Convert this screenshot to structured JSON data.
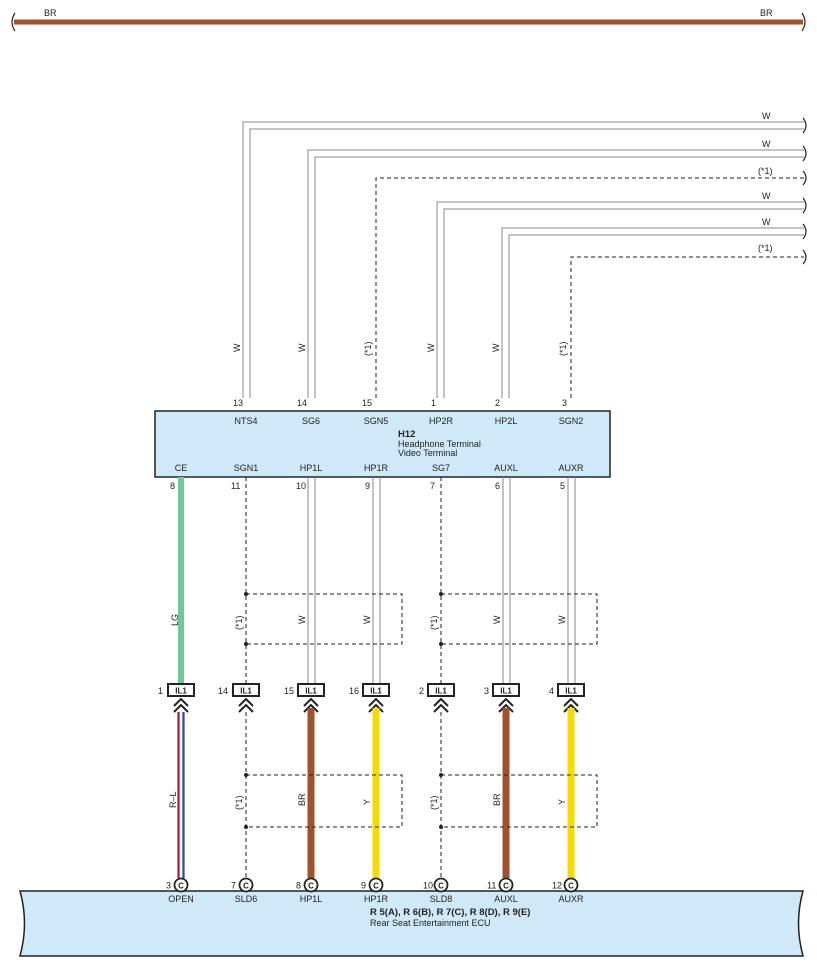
{
  "top_wire": {
    "left_label": "BR",
    "right_label": "BR",
    "color": "#a0522d"
  },
  "right_wires": [
    "W",
    "W",
    "(*1)",
    "W",
    "W",
    "(*1)"
  ],
  "h12": {
    "code": "H12",
    "name_line1": "Headphone Terminal",
    "name_line2": "Video Terminal",
    "top_pins": [
      {
        "num": "13",
        "term": "NTS4",
        "wire": "W"
      },
      {
        "num": "14",
        "term": "SG6",
        "wire": "W"
      },
      {
        "num": "15",
        "term": "SGN5",
        "wire": "(*1)"
      },
      {
        "num": "1",
        "term": "HP2R",
        "wire": "W"
      },
      {
        "num": "2",
        "term": "HP2L",
        "wire": "W"
      },
      {
        "num": "3",
        "term": "SGN2",
        "wire": "(*1)"
      }
    ],
    "bottom_pins": [
      {
        "num": "8",
        "term": "CE"
      },
      {
        "num": "11",
        "term": "SGN1"
      },
      {
        "num": "10",
        "term": "HP1L"
      },
      {
        "num": "9",
        "term": "HP1R"
      },
      {
        "num": "7",
        "term": "SG7"
      },
      {
        "num": "6",
        "term": "AUXL"
      },
      {
        "num": "5",
        "term": "AUXR"
      }
    ],
    "box_color": "#cfe9f8"
  },
  "upper_segment_labels": [
    "LG",
    "(*1)",
    "W",
    "W",
    "(*1)",
    "W",
    "W"
  ],
  "connectors": [
    {
      "num": "1",
      "name": "IL1"
    },
    {
      "num": "14",
      "name": "IL1"
    },
    {
      "num": "15",
      "name": "IL1"
    },
    {
      "num": "16",
      "name": "IL1"
    },
    {
      "num": "2",
      "name": "IL1"
    },
    {
      "num": "3",
      "name": "IL1"
    },
    {
      "num": "4",
      "name": "IL1"
    }
  ],
  "lower_segment_labels": [
    "R–L",
    "(*1)",
    "BR",
    "Y",
    "(*1)",
    "BR",
    "Y"
  ],
  "ecu": {
    "pins": [
      {
        "num": "3",
        "letter": "C",
        "term": "OPEN"
      },
      {
        "num": "7",
        "letter": "C",
        "term": "SLD6"
      },
      {
        "num": "8",
        "letter": "C",
        "term": "HP1L"
      },
      {
        "num": "9",
        "letter": "C",
        "term": "HP1R"
      },
      {
        "num": "10",
        "letter": "C",
        "term": "SLD8"
      },
      {
        "num": "11",
        "letter": "C",
        "term": "AUXL"
      },
      {
        "num": "12",
        "letter": "C",
        "term": "AUXR"
      }
    ],
    "code": "R 5(A), R 6(B), R 7(C), R 8(D), R 9(E)",
    "name": "Rear Seat Entertainment ECU",
    "box_color": "#cfe9f8"
  },
  "colors": {
    "lg": "#6fc79a",
    "br": "#a0522d",
    "y": "#f5dc00",
    "red": "#e0202a",
    "blue": "#3a5bbf",
    "white_wire": "#888888"
  }
}
